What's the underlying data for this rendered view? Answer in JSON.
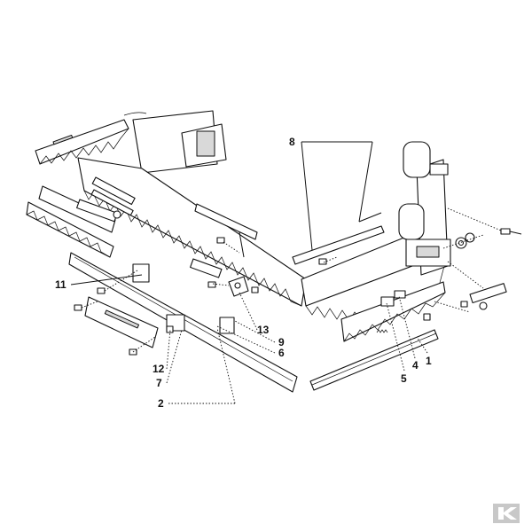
{
  "diagram": {
    "callouts": [
      {
        "id": "c8",
        "text": "8"
      },
      {
        "id": "c11",
        "text": "11"
      },
      {
        "id": "c13",
        "text": "13"
      },
      {
        "id": "c9",
        "text": "9"
      },
      {
        "id": "c6",
        "text": "6"
      },
      {
        "id": "c12",
        "text": "12"
      },
      {
        "id": "c7",
        "text": "7"
      },
      {
        "id": "c2",
        "text": "2"
      },
      {
        "id": "c5",
        "text": "5"
      },
      {
        "id": "c4",
        "text": "4"
      },
      {
        "id": "c1",
        "text": "1"
      }
    ]
  },
  "brand": {
    "logo_letter": "K",
    "logo_color": "#c8c8c8"
  }
}
